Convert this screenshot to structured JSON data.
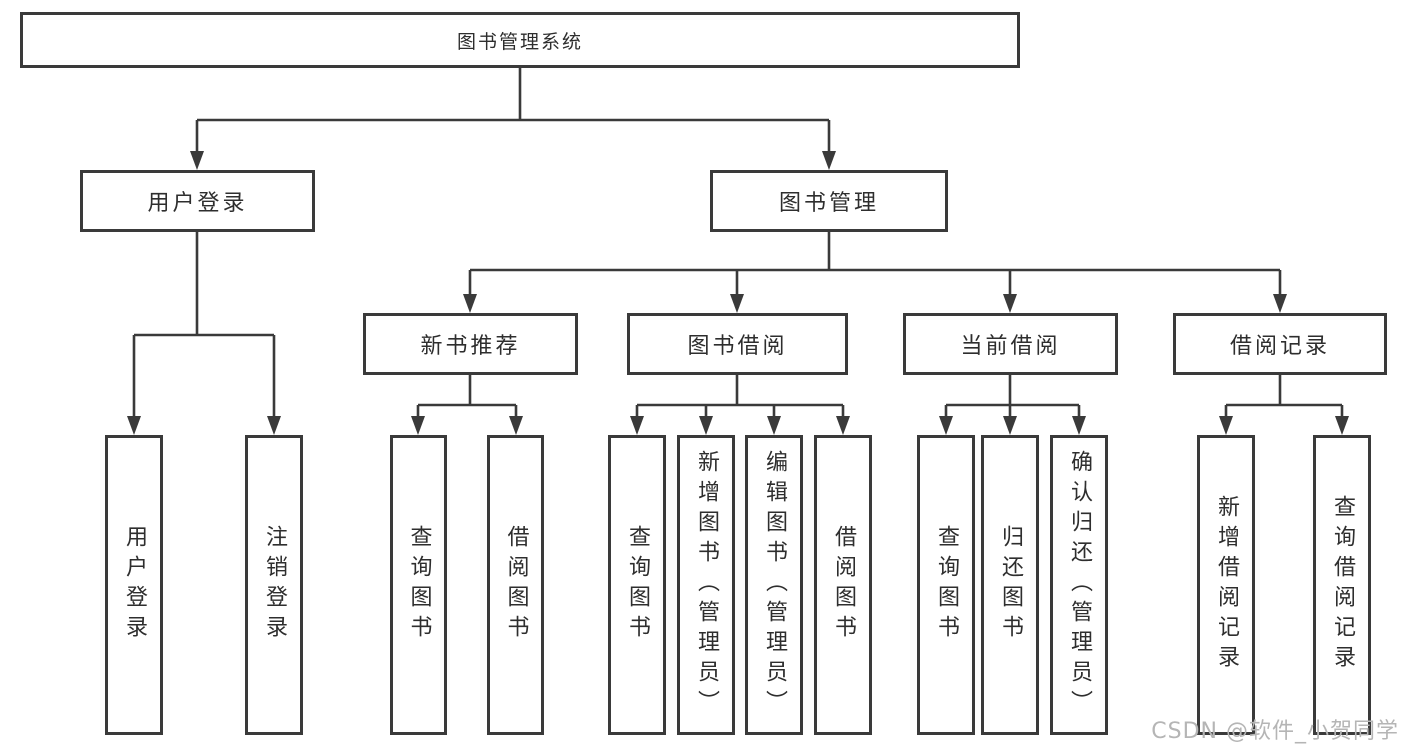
{
  "diagram": {
    "title": "图书管理系统",
    "branches": [
      {
        "label": "用户登录",
        "children": [
          {
            "label": "用户登录"
          },
          {
            "label": "注销登录"
          }
        ]
      },
      {
        "label": "图书管理",
        "children": [
          {
            "label": "新书推荐",
            "children": [
              {
                "label": "查询图书"
              },
              {
                "label": "借阅图书"
              }
            ]
          },
          {
            "label": "图书借阅",
            "children": [
              {
                "label": "查询图书"
              },
              {
                "label": "新增图书（管理员）"
              },
              {
                "label": "编辑图书（管理员）"
              },
              {
                "label": "借阅图书"
              }
            ]
          },
          {
            "label": "当前借阅",
            "children": [
              {
                "label": "查询图书"
              },
              {
                "label": "归还图书"
              },
              {
                "label": "确认归还（管理员）"
              }
            ]
          },
          {
            "label": "借阅记录",
            "children": [
              {
                "label": "新增借阅记录"
              },
              {
                "label": "查询借阅记录"
              }
            ]
          }
        ]
      }
    ]
  },
  "watermark": {
    "text": "CSDN @软件_小贺同学"
  },
  "colors": {
    "border": "#3a3a3a",
    "line": "#3a3a3a",
    "text": "#2e2e2e",
    "background": "#ffffff",
    "watermark": "#b5b5b5"
  }
}
